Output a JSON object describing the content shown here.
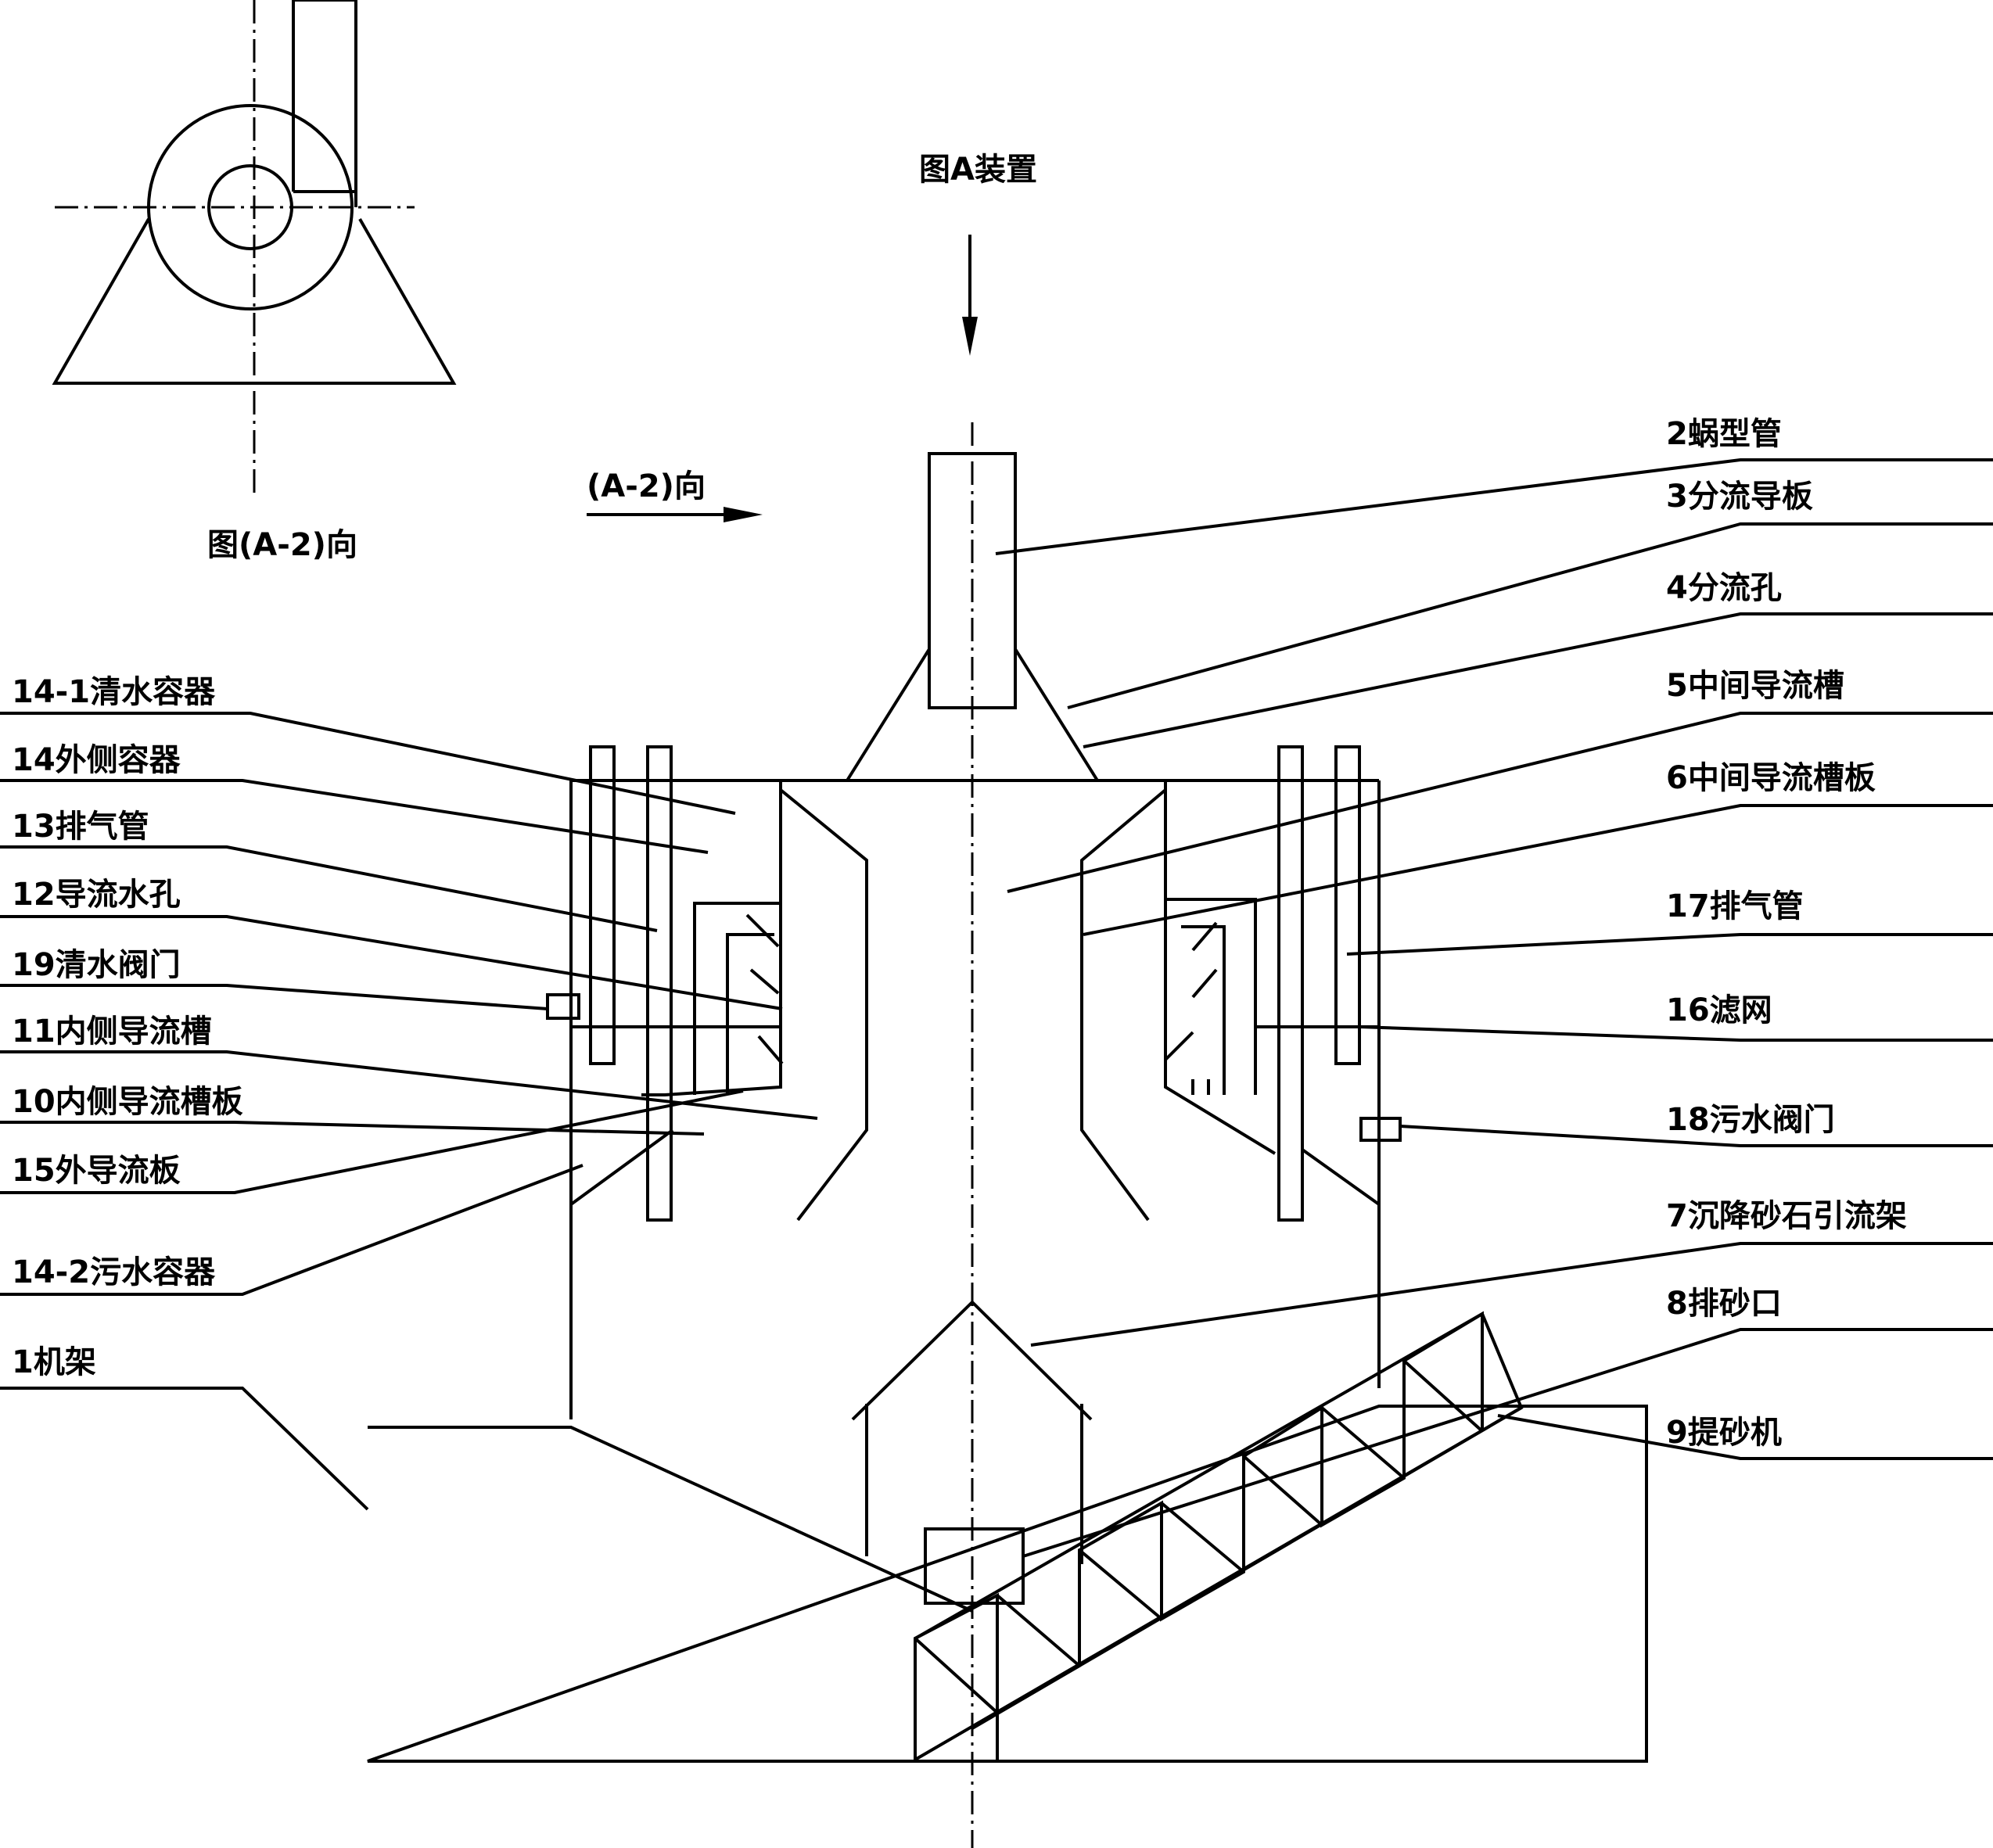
{
  "title": "图A装置",
  "side_view_caption": "图(A-2)向",
  "direction_label": "(A-2)向",
  "labels_left": [
    {
      "id": "14-1",
      "text": "14-1清水容器"
    },
    {
      "id": "14",
      "text": "14外侧容器"
    },
    {
      "id": "13",
      "text": "13排气管"
    },
    {
      "id": "12",
      "text": "12导流水孔"
    },
    {
      "id": "19",
      "text": "19清水阀门"
    },
    {
      "id": "11",
      "text": "11内侧导流槽"
    },
    {
      "id": "10",
      "text": "10内侧导流槽板"
    },
    {
      "id": "15",
      "text": "15外导流板"
    },
    {
      "id": "14-2",
      "text": "14-2污水容器"
    },
    {
      "id": "1",
      "text": "1机架"
    }
  ],
  "labels_right": [
    {
      "id": "2",
      "text": "2蜗型管"
    },
    {
      "id": "3",
      "text": "3分流导板"
    },
    {
      "id": "4",
      "text": "4分流孔"
    },
    {
      "id": "5",
      "text": "5中间导流槽"
    },
    {
      "id": "6",
      "text": "6中间导流槽板"
    },
    {
      "id": "17",
      "text": "17排气管"
    },
    {
      "id": "16",
      "text": "16滤网"
    },
    {
      "id": "18",
      "text": "18污水阀门"
    },
    {
      "id": "7",
      "text": "7沉降砂石引流架"
    },
    {
      "id": "8",
      "text": "8排砂口"
    },
    {
      "id": "9",
      "text": "9提砂机"
    }
  ]
}
